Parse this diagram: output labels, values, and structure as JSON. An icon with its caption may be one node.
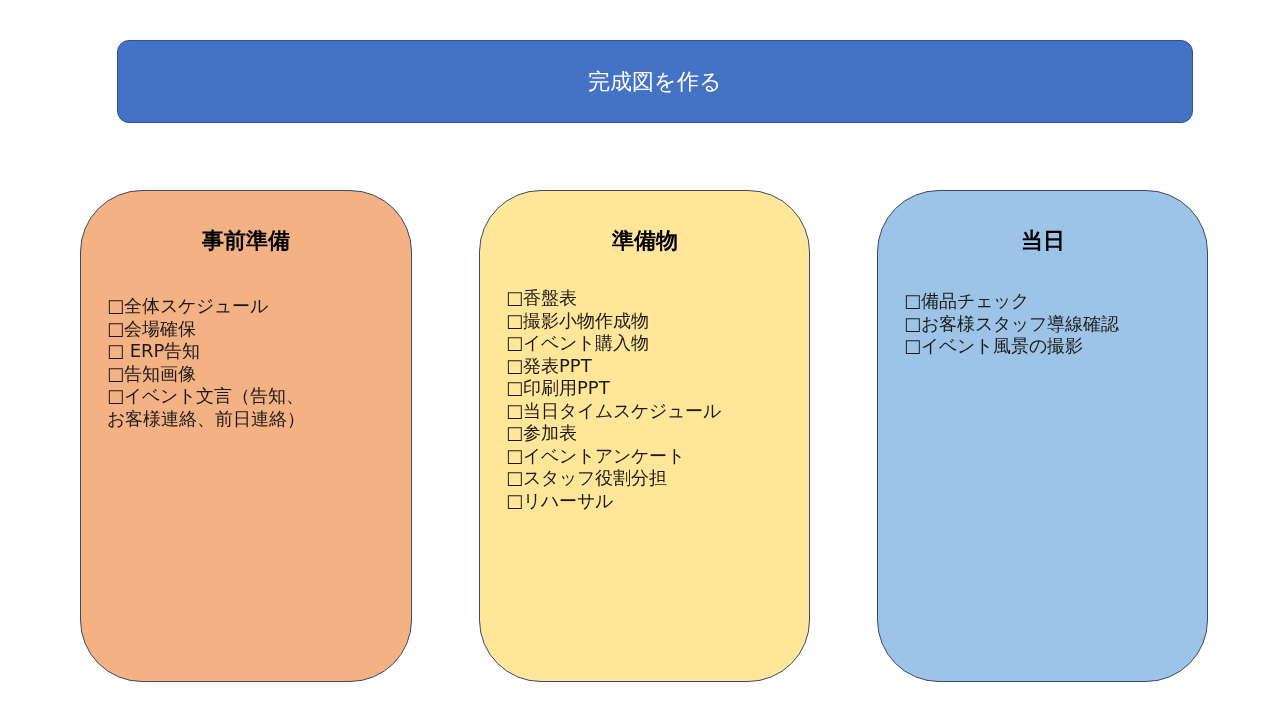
{
  "diagram": {
    "nodes": [
      {
        "text": [
          "完成図を作る"
        ]
      },
      {
        "text": [
          "事前準備",
          "□全体スケジュール",
          "□会場確保",
          "□ ERP告知",
          "□告知画像",
          "□イベント文言（告知、お客様連絡、前日連絡）"
        ]
      },
      {
        "text": [
          "準備物",
          "□香盤表",
          "□撮影小物作成物",
          "□イベント購入物",
          "□発表PPT",
          "□印刷用PPT",
          "□当日タイムスケジュール",
          "□参加表",
          "□イベントアンケート",
          "□スタッフ役割分担",
          "□リハーサル"
        ]
      },
      {
        "text": [
          "当日",
          "□備品チェック",
          "□お客様スタッフ導線確認",
          "□イベント風景の撮影"
        ]
      }
    ]
  }
}
